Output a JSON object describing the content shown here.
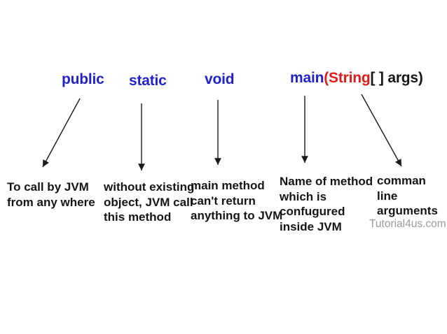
{
  "diagram": {
    "keywords": [
      {
        "label": "public",
        "color": "#2222cc"
      },
      {
        "label": "static",
        "color": "#2222cc"
      },
      {
        "label": "void",
        "color": "#2222cc"
      }
    ],
    "signature_tokens": [
      {
        "text": "main",
        "color": "#2222cc"
      },
      {
        "text": "(String",
        "color": "#e01b1b"
      },
      {
        "text": "[ ] args)",
        "color": "#151515"
      }
    ],
    "explanations": [
      {
        "for": "public",
        "text": "To call by JVM\nfrom any where"
      },
      {
        "for": "static",
        "text": "without existing\nobject, JVM call\nthis method"
      },
      {
        "for": "void",
        "text": "main method\ncan't return\nanything to JVM"
      },
      {
        "for": "main",
        "text": "Name of method\nwhich is\nconfugured\ninside JVM"
      },
      {
        "for": "args",
        "text": "comman line\narguments"
      }
    ],
    "watermark": "Tutorial4us.com",
    "colors": {
      "background": "#ffffff",
      "keyword_blue": "#2222cc",
      "string_red": "#e01b1b",
      "body_text": "#151515",
      "watermark_gray": "#9a9a9a",
      "arrow": "#1a1a1a"
    }
  }
}
